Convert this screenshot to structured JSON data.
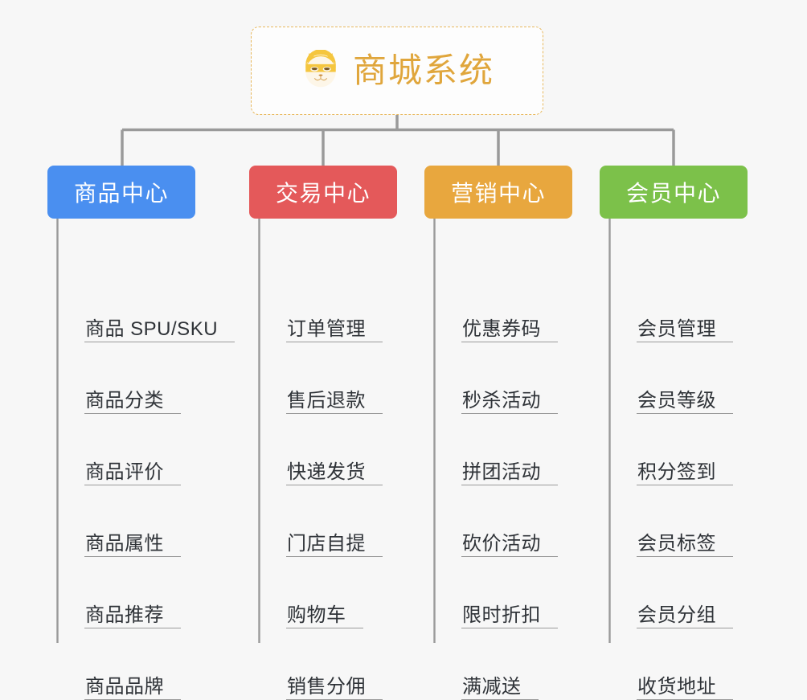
{
  "diagram": {
    "type": "org-tree",
    "background_color": "#f7f7f7",
    "connector_color": "#9a9a9a",
    "root": {
      "label": "商城系统",
      "icon": "shiba-dog-face-icon",
      "text_color": "#e0a63c",
      "border_color": "#e8b85c",
      "background_color": "#fdfdfd"
    },
    "categories": [
      {
        "label": "商品中心",
        "color": "#4a8ff0",
        "items": [
          "商品 SPU/SKU",
          "商品分类",
          "商品评价",
          "商品属性",
          "商品推荐",
          "商品品牌"
        ]
      },
      {
        "label": "交易中心",
        "color": "#e4595a",
        "items": [
          "订单管理",
          "售后退款",
          "快递发货",
          "门店自提",
          "购物车",
          "销售分佣"
        ]
      },
      {
        "label": "营销中心",
        "color": "#e8a73e",
        "items": [
          "优惠券码",
          "秒杀活动",
          "拼团活动",
          "砍价活动",
          "限时折扣",
          "满减送"
        ]
      },
      {
        "label": "会员中心",
        "color": "#7cc14a",
        "items": [
          "会员管理",
          "会员等级",
          "积分签到",
          "会员标签",
          "会员分组",
          "收货地址"
        ]
      }
    ]
  }
}
